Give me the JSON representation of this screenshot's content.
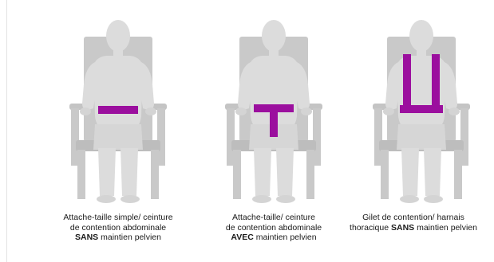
{
  "colors": {
    "chair": "#c9c9c9",
    "chair_dark": "#b6b6b6",
    "person": "#dcdcdc",
    "restraint": "#9b0f9e"
  },
  "panels": [
    {
      "restraint_type": "lap-belt",
      "caption": {
        "line1": "Attache-taille simple/ ceinture",
        "line2": "de contention abdominale",
        "line3_bold": "SANS",
        "line3_rest": " maintien pelvien"
      }
    },
    {
      "restraint_type": "lap-belt-with-pelvic-strap",
      "caption": {
        "line1": "Attache-taille/ ceinture",
        "line2": "de contention abdominale",
        "line3_bold": "AVEC",
        "line3_rest": " maintien pelvien"
      }
    },
    {
      "restraint_type": "vest-harness",
      "caption": {
        "line1": "Gilet de contention/ harnais",
        "line2_pre": "thoracique ",
        "line2_bold": "SANS",
        "line2_rest": " maintien pelvien"
      }
    }
  ]
}
